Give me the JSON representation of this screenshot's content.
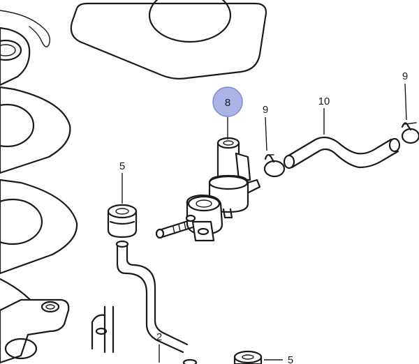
{
  "callouts": [
    {
      "id": "part-8",
      "label": "8",
      "highlighted": true
    },
    {
      "id": "part-9-left",
      "label": "9",
      "highlighted": false
    },
    {
      "id": "part-10",
      "label": "10",
      "highlighted": false
    },
    {
      "id": "part-9-right",
      "label": "9",
      "highlighted": false
    },
    {
      "id": "part-5-top",
      "label": "5",
      "highlighted": false
    },
    {
      "id": "part-2",
      "label": "2",
      "highlighted": false
    },
    {
      "id": "part-5-bottom",
      "label": "5",
      "highlighted": false
    }
  ],
  "colors": {
    "line": "#1a1a1a",
    "highlight_fill": "#aab4e6",
    "highlight_stroke": "#7f8cc9",
    "background": "#ffffff"
  }
}
